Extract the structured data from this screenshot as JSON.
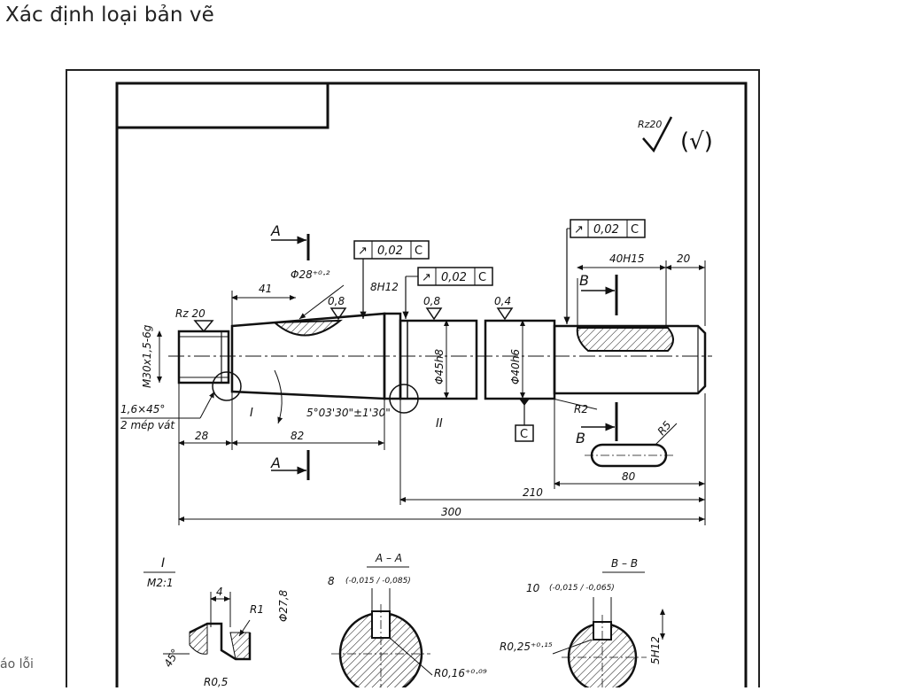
{
  "page": {
    "title": "Xác định loại bản vẽ",
    "report_link": "áo lỗi"
  },
  "drawing": {
    "surface_finish": {
      "general": "Rz20",
      "other": "(√)",
      "thread": "Rz 20"
    },
    "section_marks": {
      "a": "A",
      "b": "B",
      "datum": "C"
    },
    "tolerance_frames": [
      {
        "symbol": "↗",
        "value": "0,02",
        "datum": "C"
      },
      {
        "symbol": "↗",
        "value": "0,02",
        "datum": "C"
      },
      {
        "symbol": "↗",
        "value": "0,02",
        "datum": "C"
      }
    ],
    "dimensions": {
      "phi28": "Φ28⁺⁰·²",
      "d41": "41",
      "ra08a": "0,8",
      "ra08b": "0,8",
      "ra04": "0,4",
      "h8h12": "8H12",
      "d40h15": "40H15",
      "d20": "20",
      "thread": "M30x1,5-6g",
      "phi45": "Φ45h8",
      "phi40": "Φ40h6",
      "chamfer": "1,6×45°",
      "chamfer_note": "2 mép vát",
      "taper": "5°03'30\"±1'30\"",
      "d28": "28",
      "d82": "82",
      "d210": "210",
      "d300": "300",
      "r2": "R2",
      "r5": "R5",
      "d80": "80",
      "detail1": "I",
      "detail2": "II"
    },
    "views": {
      "detail_title": "I",
      "detail_scale": "M2:1",
      "detail_d4": "4",
      "detail_r1": "R1",
      "detail_phi": "Φ27,8",
      "detail_r05": "R0,5",
      "detail_angle": "45°",
      "aa_title": "A – A",
      "aa_width": "8",
      "aa_tol": "(-0,015 / -0,085)",
      "aa_r": "R0,16⁺⁰·⁰⁹",
      "bb_title": "B – B",
      "bb_width": "10",
      "bb_tol": "(-0,015 / -0,065)",
      "bb_r": "R0,25⁺⁰·¹⁵",
      "bb_depth": "5H12"
    }
  }
}
